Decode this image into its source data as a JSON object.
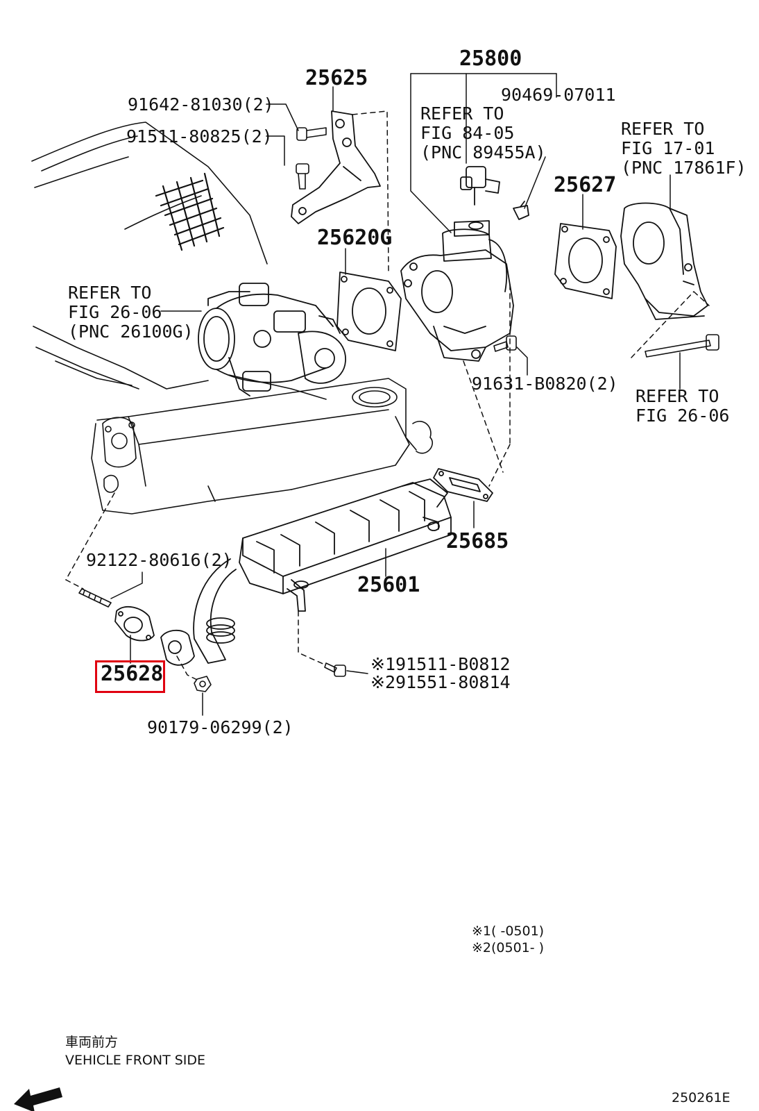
{
  "diagram_id": "250261E",
  "highlight_part": "25628",
  "highlight_color": "#e00010",
  "labels": {
    "p25800": "25800",
    "p25625": "25625",
    "p91642": "91642-81030(2)",
    "p91511_80825": "91511-80825(2)",
    "p90469": "90469-07011",
    "ref_84_05_1": "REFER TO",
    "ref_84_05_2": "FIG 84-05",
    "ref_84_05_3": "(PNC 89455A)",
    "ref_17_01_1": "REFER TO",
    "ref_17_01_2": "FIG 17-01",
    "ref_17_01_3": "(PNC 17861F)",
    "p25627": "25627",
    "p25620G": "25620G",
    "ref_26_06a_1": "REFER TO",
    "ref_26_06a_2": "FIG 26-06",
    "ref_26_06a_3": "(PNC 26100G)",
    "p91631": "91631-B0820(2)",
    "ref_26_06b_1": "REFER TO",
    "ref_26_06b_2": "FIG 26-06",
    "p25685": "25685",
    "p92122": "92122-80616(2)",
    "p25601": "25601",
    "p25628": "25628",
    "p91511_b0812": "※191511-B0812",
    "p91551": "※291551-80814",
    "p90179": "90179-06299(2)",
    "note1": "※1(      -0501)",
    "note2": "※2(0501-      )",
    "front_jp": "車両前方",
    "front_en": "VEHICLE FRONT SIDE",
    "fig_code": "250261E"
  }
}
